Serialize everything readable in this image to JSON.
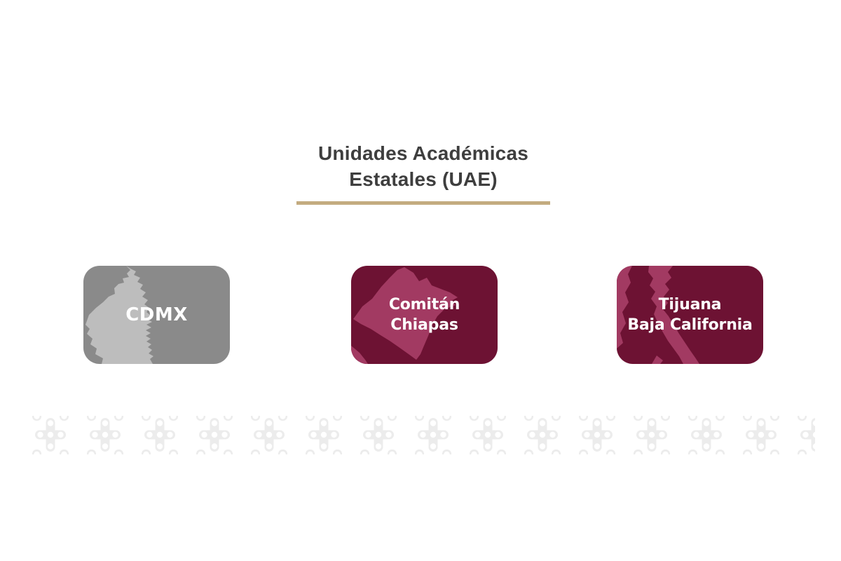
{
  "page": {
    "title": "Unidades Académicas\nEstatales (UAE)",
    "title_color": "#3e3e3e",
    "divider_color": "#c3ab7f",
    "background_color": "#ffffff"
  },
  "cards": [
    {
      "label": "CDMX",
      "icon": "cdmx-map-silhouette",
      "bg_color": "#8a8a8a",
      "map_color": "#bdbdbd",
      "text_color": "#ffffff"
    },
    {
      "label": "Comitán\nChiapas",
      "icon": "chiapas-map-silhouette",
      "bg_color": "#6d1233",
      "map_color": "#a23a62",
      "text_color": "#ffffff"
    },
    {
      "label": "Tijuana\nBaja California",
      "icon": "baja-california-map-silhouette",
      "bg_color": "#6d1233",
      "map_color": "#a23a62",
      "text_color": "#ffffff"
    }
  ],
  "decoration": {
    "name": "geometric-cross-pattern-band",
    "color": "#ececec"
  }
}
